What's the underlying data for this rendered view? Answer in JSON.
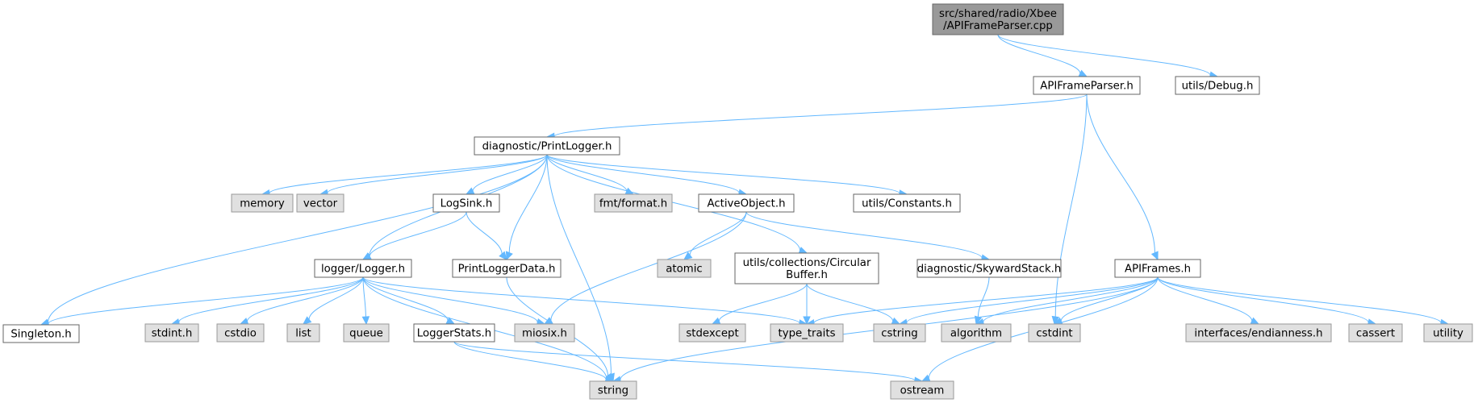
{
  "colors": {
    "edge": "#63b8ff",
    "root_fill": "#999999",
    "root_border": "#666666",
    "node_fill": "#ffffff",
    "node_border": "#666666",
    "system_fill": "#e0e0e0",
    "system_border": "#999999"
  },
  "nodes": [
    {
      "id": "root",
      "kind": "root",
      "label": [
        "src/shared/radio/Xbee",
        "/APIFrameParser.cpp"
      ]
    },
    {
      "id": "apiframeparser",
      "kind": "file",
      "label": [
        "APIFrameParser.h"
      ]
    },
    {
      "id": "debug",
      "kind": "file",
      "label": [
        "utils/Debug.h"
      ]
    },
    {
      "id": "printlogger",
      "kind": "file",
      "label": [
        "diagnostic/PrintLogger.h"
      ]
    },
    {
      "id": "memory",
      "kind": "system",
      "label": [
        "memory"
      ]
    },
    {
      "id": "vector",
      "kind": "system",
      "label": [
        "vector"
      ]
    },
    {
      "id": "logsink",
      "kind": "file",
      "label": [
        "LogSink.h"
      ]
    },
    {
      "id": "fmtformat",
      "kind": "system",
      "label": [
        "fmt/format.h"
      ]
    },
    {
      "id": "activeobject",
      "kind": "file",
      "label": [
        "ActiveObject.h"
      ]
    },
    {
      "id": "constants",
      "kind": "file",
      "label": [
        "utils/Constants.h"
      ]
    },
    {
      "id": "logger",
      "kind": "file",
      "label": [
        "logger/Logger.h"
      ]
    },
    {
      "id": "printloggerdata",
      "kind": "file",
      "label": [
        "PrintLoggerData.h"
      ]
    },
    {
      "id": "atomic",
      "kind": "system",
      "label": [
        "atomic"
      ]
    },
    {
      "id": "circularbuffer",
      "kind": "file",
      "label": [
        "utils/collections/Circular",
        "Buffer.h"
      ]
    },
    {
      "id": "skywardstack",
      "kind": "file",
      "label": [
        "diagnostic/SkywardStack.h"
      ]
    },
    {
      "id": "apiframes",
      "kind": "file",
      "label": [
        "APIFrames.h"
      ]
    },
    {
      "id": "singleton",
      "kind": "file",
      "label": [
        "Singleton.h"
      ]
    },
    {
      "id": "stdint",
      "kind": "system",
      "label": [
        "stdint.h"
      ]
    },
    {
      "id": "cstdio",
      "kind": "system",
      "label": [
        "cstdio"
      ]
    },
    {
      "id": "list",
      "kind": "system",
      "label": [
        "list"
      ]
    },
    {
      "id": "queue",
      "kind": "system",
      "label": [
        "queue"
      ]
    },
    {
      "id": "loggerstats",
      "kind": "file",
      "label": [
        "LoggerStats.h"
      ]
    },
    {
      "id": "miosix",
      "kind": "system",
      "label": [
        "miosix.h"
      ]
    },
    {
      "id": "stdexcept",
      "kind": "system",
      "label": [
        "stdexcept"
      ]
    },
    {
      "id": "typetraits",
      "kind": "system",
      "label": [
        "type_traits"
      ]
    },
    {
      "id": "cstring",
      "kind": "system",
      "label": [
        "cstring"
      ]
    },
    {
      "id": "algorithm",
      "kind": "system",
      "label": [
        "algorithm"
      ]
    },
    {
      "id": "cstdint",
      "kind": "system",
      "label": [
        "cstdint"
      ]
    },
    {
      "id": "endianness",
      "kind": "system",
      "label": [
        "interfaces/endianness.h"
      ]
    },
    {
      "id": "cassert",
      "kind": "system",
      "label": [
        "cassert"
      ]
    },
    {
      "id": "utility",
      "kind": "system",
      "label": [
        "utility"
      ]
    },
    {
      "id": "string",
      "kind": "system",
      "label": [
        "string"
      ]
    },
    {
      "id": "ostream",
      "kind": "system",
      "label": [
        "ostream"
      ]
    }
  ],
  "edges": [
    [
      "root",
      "apiframeparser"
    ],
    [
      "root",
      "debug"
    ],
    [
      "apiframeparser",
      "printlogger"
    ],
    [
      "apiframeparser",
      "cstdint"
    ],
    [
      "apiframeparser",
      "apiframes"
    ],
    [
      "printlogger",
      "singleton"
    ],
    [
      "printlogger",
      "memory"
    ],
    [
      "printlogger",
      "vector"
    ],
    [
      "printlogger",
      "logger"
    ],
    [
      "printlogger",
      "logsink"
    ],
    [
      "printlogger",
      "printloggerdata"
    ],
    [
      "printlogger",
      "string"
    ],
    [
      "printlogger",
      "fmtformat"
    ],
    [
      "printlogger",
      "activeobject"
    ],
    [
      "printlogger",
      "circularbuffer"
    ],
    [
      "printlogger",
      "constants"
    ],
    [
      "logsink",
      "logger"
    ],
    [
      "logsink",
      "printloggerdata"
    ],
    [
      "activeobject",
      "miosix"
    ],
    [
      "activeobject",
      "atomic"
    ],
    [
      "activeobject",
      "skywardstack"
    ],
    [
      "logger",
      "string"
    ],
    [
      "logger",
      "singleton"
    ],
    [
      "logger",
      "stdint"
    ],
    [
      "logger",
      "cstdio"
    ],
    [
      "logger",
      "list"
    ],
    [
      "logger",
      "queue"
    ],
    [
      "logger",
      "loggerstats"
    ],
    [
      "logger",
      "miosix"
    ],
    [
      "logger",
      "typetraits"
    ],
    [
      "printloggerdata",
      "string"
    ],
    [
      "circularbuffer",
      "stdexcept"
    ],
    [
      "circularbuffer",
      "typetraits"
    ],
    [
      "circularbuffer",
      "cstring"
    ],
    [
      "skywardstack",
      "algorithm"
    ],
    [
      "loggerstats",
      "string"
    ],
    [
      "loggerstats",
      "ostream"
    ],
    [
      "apiframes",
      "typetraits"
    ],
    [
      "apiframes",
      "cstring"
    ],
    [
      "apiframes",
      "algorithm"
    ],
    [
      "apiframes",
      "cstdint"
    ],
    [
      "apiframes",
      "endianness"
    ],
    [
      "apiframes",
      "cassert"
    ],
    [
      "apiframes",
      "utility"
    ],
    [
      "apiframes",
      "string"
    ],
    [
      "apiframes",
      "ostream"
    ]
  ]
}
